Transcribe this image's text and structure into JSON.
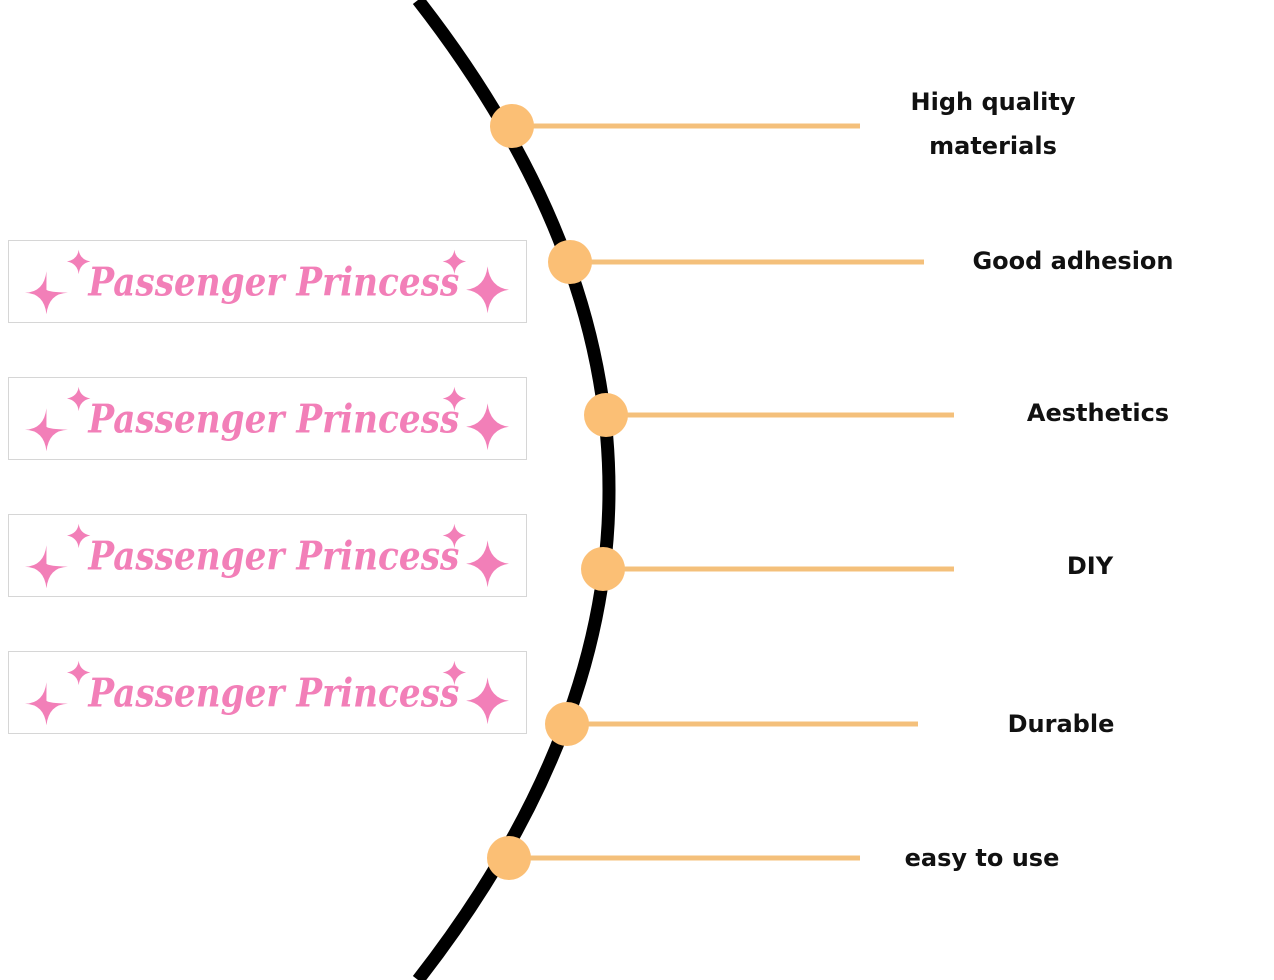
{
  "colors": {
    "arc": "#000000",
    "connector": "#f4c07b",
    "dot": "#fbbf75",
    "sticker_pink": "#f27fb8",
    "sticker_border": "#d6d6d6",
    "label_text": "#111111"
  },
  "stickers": [
    {
      "text": "Passenger Princess",
      "icon": "sparkle-icon"
    },
    {
      "text": "Passenger Princess",
      "icon": "sparkle-icon"
    },
    {
      "text": "Passenger Princess",
      "icon": "sparkle-icon"
    },
    {
      "text": "Passenger Princess",
      "icon": "sparkle-icon"
    }
  ],
  "features": [
    {
      "line1": "High quality",
      "line2": "materials"
    },
    {
      "line1": "Good adhesion"
    },
    {
      "line1": "Aesthetics"
    },
    {
      "line1": "DIY"
    },
    {
      "line1": "Durable"
    },
    {
      "line1": "easy to use"
    }
  ]
}
